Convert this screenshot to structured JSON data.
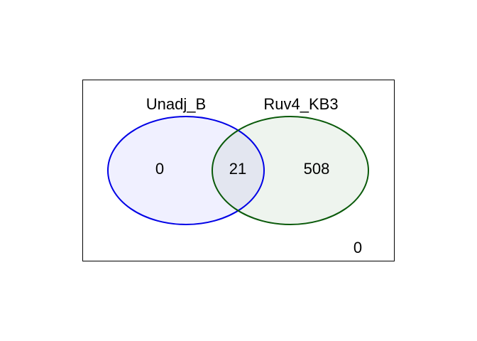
{
  "venn": {
    "sets": [
      {
        "name": "Unadj_B",
        "stroke": "#0000e6",
        "fill": "#f0f0ff"
      },
      {
        "name": "Ruv4_KB3",
        "stroke": "#0a5a0a",
        "fill": "#eef4ee"
      }
    ],
    "overlap_fill": "#e3e6f0",
    "counts": {
      "only_a": "0",
      "both": "21",
      "only_b": "508",
      "neither": "0"
    }
  }
}
